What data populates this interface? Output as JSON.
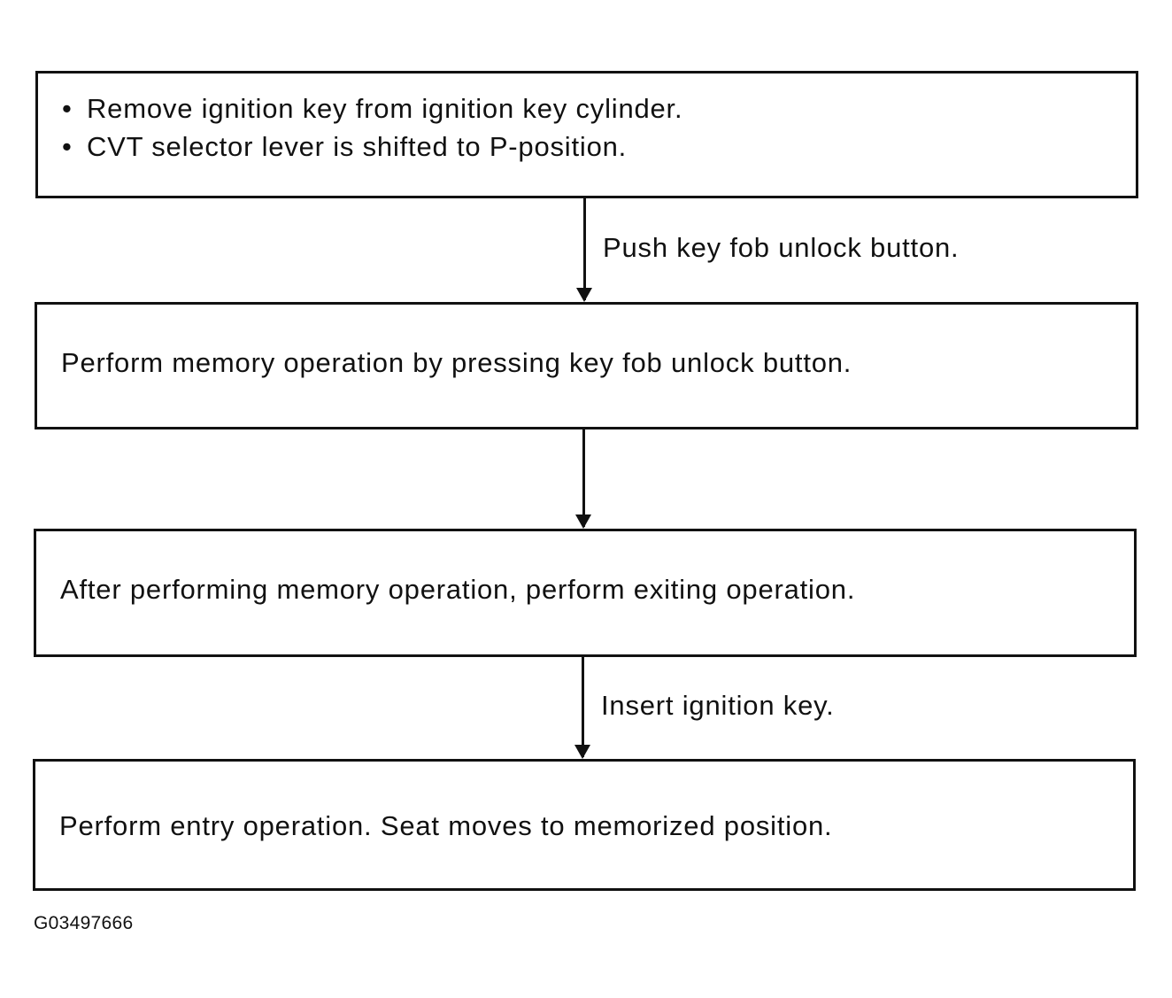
{
  "steps": [
    {
      "bullets": [
        "Remove ignition key from ignition key cylinder.",
        "CVT selector lever is shifted to P-position."
      ]
    },
    {
      "text": "Perform memory operation by pressing key fob unlock button."
    },
    {
      "text": "After performing memory operation, perform exiting operation."
    },
    {
      "text": "Perform entry operation. Seat moves to memorized position."
    }
  ],
  "transitions": [
    {
      "label": "Push key fob unlock button."
    },
    {
      "label": ""
    },
    {
      "label": "Insert ignition key."
    }
  ],
  "figure_id": "G03497666"
}
